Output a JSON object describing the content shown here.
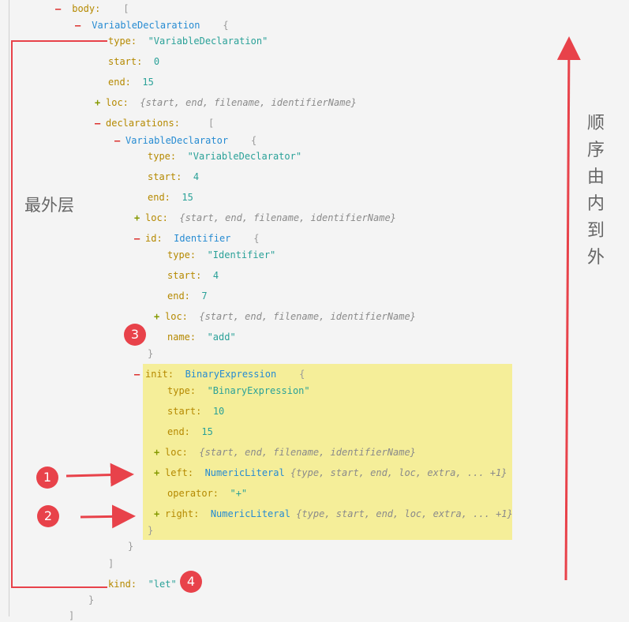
{
  "tree": {
    "body_key": "body:",
    "body_open": "[",
    "vardecl_type": "VariableDeclaration",
    "vardecl_open": "{",
    "type_key": "type:",
    "vardecl_type_val": "\"VariableDeclaration\"",
    "start_key": "start:",
    "vardecl_start": "0",
    "end_key": "end:",
    "vardecl_end": "15",
    "loc_key": "loc:",
    "loc_summary": "{start, end, filename, identifierName}",
    "declarations_key": "declarations:",
    "declarations_open": "[",
    "declarator_type": "VariableDeclarator",
    "declarator_open": "{",
    "declarator_type_val": "\"VariableDeclarator\"",
    "declarator_start": "4",
    "declarator_end": "15",
    "id_key": "id:",
    "id_type": "Identifier",
    "id_open": "{",
    "id_type_val": "\"Identifier\"",
    "id_start": "4",
    "id_end": "7",
    "name_key": "name:",
    "id_name": "\"add\"",
    "close_brace": "}",
    "init_key": "init:",
    "init_type": "BinaryExpression",
    "init_open": "{",
    "init_type_val": "\"BinaryExpression\"",
    "init_start": "10",
    "init_end": "15",
    "left_key": "left:",
    "left_type": "NumericLiteral",
    "literal_summary": "{type, start, end, loc, extra, ... +1}",
    "operator_key": "operator:",
    "operator_val": "\"+\"",
    "right_key": "right:",
    "right_type": "NumericLiteral",
    "close_bracket": "]",
    "kind_key": "kind:",
    "kind_val": "\"let\""
  },
  "annotations": {
    "outermost": "最外层",
    "order": "顺序由内到外",
    "badge1": "1",
    "badge2": "2",
    "badge3": "3",
    "badge4": "4"
  },
  "colors": {
    "highlight": "#f5ee99",
    "annotation_red": "#e8424a"
  }
}
